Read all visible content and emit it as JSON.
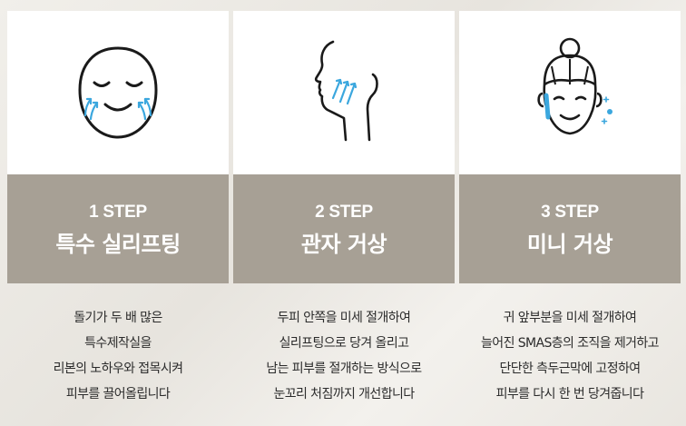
{
  "colors": {
    "panel": "#a7a095",
    "accent_blue": "#3ba7de",
    "line_art": "#1a1a1a"
  },
  "steps": [
    {
      "step_label": "1 STEP",
      "title": "특수 실리프팅",
      "icon": "smiling-face-icon",
      "description": [
        "돌기가 두 배 많은",
        "특수제작실을",
        "리본의 노하우와 접목시켜",
        "피부를 끌어올립니다"
      ]
    },
    {
      "step_label": "2 STEP",
      "title": "관자 거상",
      "icon": "face-profile-icon",
      "description": [
        "두피 안쪽을 미세 절개하여",
        "실리프팅으로 당겨 올리고",
        "남는 피부를 절개하는 방식으로",
        "눈꼬리 처짐까지 개선합니다"
      ]
    },
    {
      "step_label": "3 STEP",
      "title": "미니 거상",
      "icon": "woman-face-icon",
      "description": [
        "귀 앞부분을 미세 절개하여",
        "늘어진 SMAS층의 조직을 제거하고",
        "단단한 측두근막에 고정하여",
        "피부를 다시 한 번 당겨줍니다"
      ]
    }
  ]
}
